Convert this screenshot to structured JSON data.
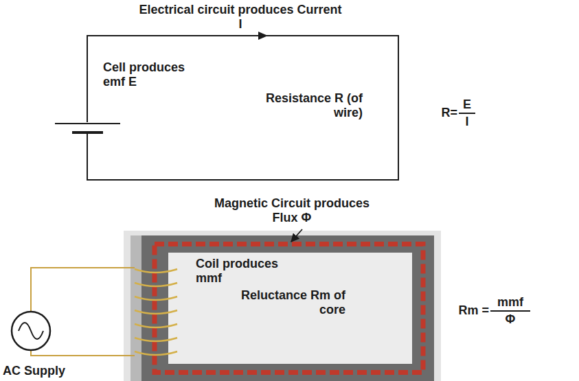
{
  "diagram": {
    "labels": [
      "Electrical circuit produces Current I",
      "Cell produces emf E",
      "Resistance R (of wire)",
      "R=",
      "E",
      "I",
      "Magnetic Circuit produces Flux Φ",
      "Coil produces mmf",
      "Reluctance Rm of core",
      "Rm =",
      "mmf",
      "Φ",
      "AC Supply"
    ]
  }
}
